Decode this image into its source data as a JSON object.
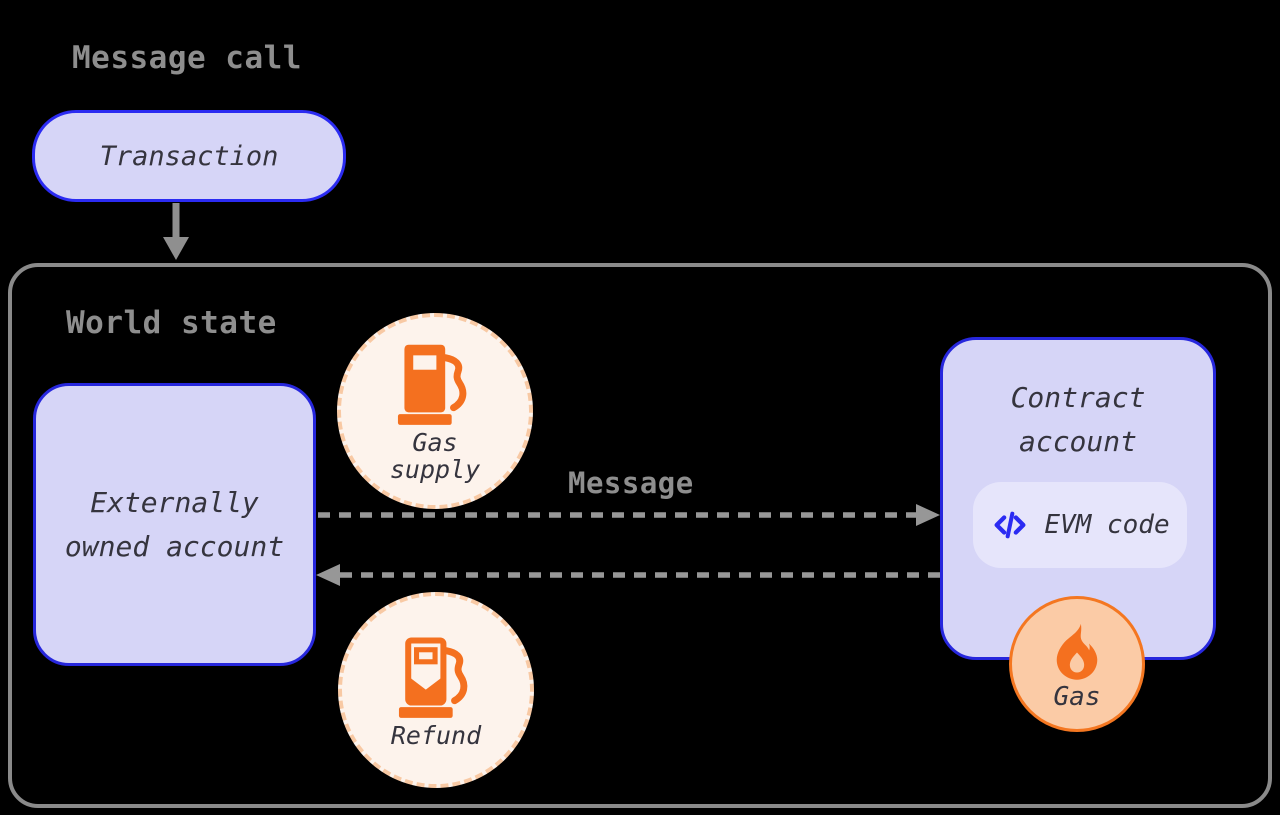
{
  "title": "Message call",
  "transaction": {
    "label": "Transaction"
  },
  "world_state": {
    "label": "World state",
    "eoa": {
      "line1": "Externally",
      "line2": "owned account"
    },
    "gas_supply": {
      "line1": "Gas",
      "line2": "supply",
      "icon": "gas-pump-icon"
    },
    "message": {
      "label": "Message"
    },
    "contract": {
      "line1": "Contract",
      "line2": "account",
      "evm": {
        "label": "EVM code",
        "icon": "code-icon"
      }
    },
    "gas": {
      "label": "Gas",
      "icon": "flame-icon"
    },
    "refund": {
      "label": "Refund",
      "icon": "gas-pump-refund-icon"
    }
  },
  "colors": {
    "background": "#000000",
    "node_fill": "#d6d5f7",
    "node_border_blue": "#2b2bf2",
    "inner_chip_fill": "#e6e5fb",
    "orange": "#f4701f",
    "gas_badge_fill": "#fbcba6",
    "cream_badge_fill": "#fdf3ec",
    "dashed_border_peach": "#f8c9a4",
    "gray_label": "#8e8e8e",
    "gray_border": "#8a8a8a",
    "arrow_gray": "#979797",
    "dark_text": "#35343e"
  }
}
